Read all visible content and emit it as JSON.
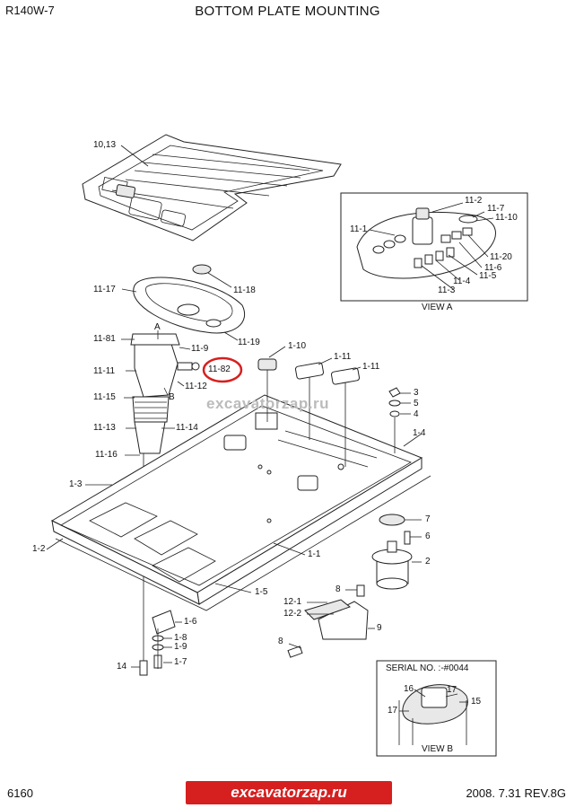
{
  "header": {
    "model": "R140W-7",
    "title": "BOTTOM PLATE MOUNTING"
  },
  "footer": {
    "page_number": "6160",
    "brand": "excavatorzap.ru",
    "date_rev": "2008. 7.31  REV.8G"
  },
  "watermark": "excavatorzap.ru",
  "view_a": {
    "caption": "VIEW A"
  },
  "view_b": {
    "caption": "VIEW  B",
    "serial": "SERIAL NO. :-#0044"
  },
  "callouts": {
    "c10_13": "10,13",
    "c11_17": "11-17",
    "c11_18": "11-18",
    "c11_19": "11-19",
    "c11_81": "11-81",
    "c11_9": "11-9",
    "c11_11": "11-11",
    "c11_82": "11-82",
    "c11_12": "11-12",
    "c11_15": "11-15",
    "c11_13": "11-13",
    "c11_14": "11-14",
    "c11_16": "11-16",
    "letter_a": "A",
    "letter_b": "B",
    "c1_10": "1-10",
    "c1_11a": "1-11",
    "c1_11b": "1-11",
    "c3": "3",
    "c5": "5",
    "c4": "4",
    "c1_4": "1-4",
    "c1_3": "1-3",
    "c1_2": "1-2",
    "c1_1": "1-1",
    "c1_5": "1-5",
    "c7": "7",
    "c6": "6",
    "c2": "2",
    "c8a": "8",
    "c12_1": "12-1",
    "c12_2": "12-2",
    "c9": "9",
    "c8b": "8",
    "c1_6": "1-6",
    "c1_8": "1-8",
    "c1_9": "1-9",
    "c1_7": "1-7",
    "c14": "14",
    "va_11_1": "11-1",
    "va_11_2": "11-2",
    "va_11_7": "11-7",
    "va_11_10": "11-10",
    "va_11_20": "11-20",
    "va_11_6": "11-6",
    "va_11_5": "11-5",
    "va_11_4": "11-4",
    "va_11_3": "11-3",
    "vb_16": "16",
    "vb_17a": "17",
    "vb_17b": "17",
    "vb_15": "15"
  },
  "colors": {
    "highlight": "#d61f1f",
    "brand_bg": "#d61f1f",
    "watermark": "#bbbbbb"
  }
}
